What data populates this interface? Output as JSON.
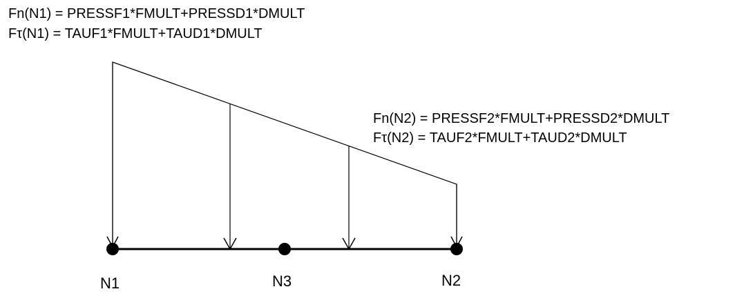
{
  "formulas": {
    "n1_normal": "Fn(N1) = PRESSF1*FMULT+PRESSD1*DMULT",
    "n1_tangential_prefix": "F",
    "n1_tangential_symbol": "τ",
    "n1_tangential_rest": "(N1) = TAUF1*FMULT+TAUD1*DMULT",
    "n2_normal": "Fn(N2) = PRESSF2*FMULT+PRESSD2*DMULT",
    "n2_tangential_prefix": "F",
    "n2_tangential_symbol": "τ",
    "n2_tangential_rest": "(N2) = TAUF2*FMULT+TAUD2*DMULT"
  },
  "nodes": {
    "n1": "N1",
    "n3": "N3",
    "n2": "N2"
  },
  "colors": {
    "ink": "#000000",
    "background": "#ffffff"
  }
}
